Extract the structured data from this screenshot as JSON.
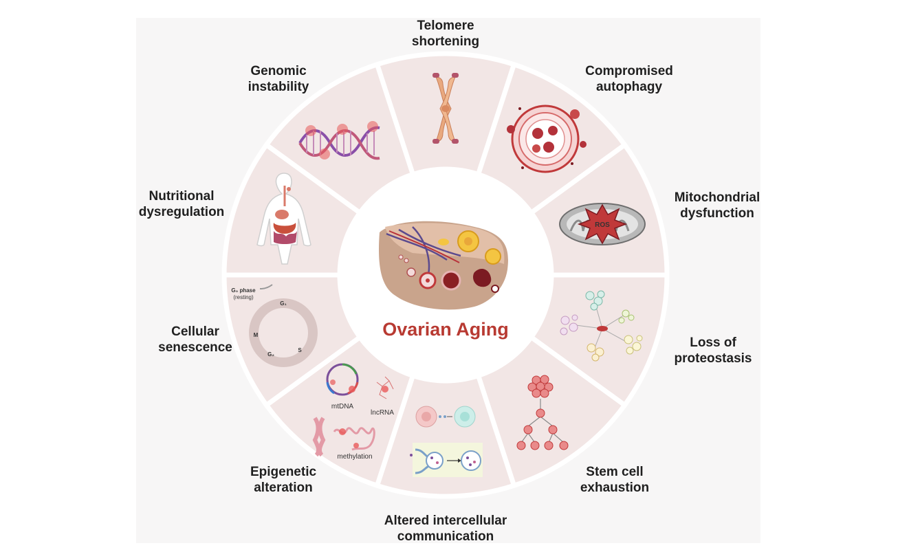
{
  "center": {
    "title": "Ovarian Aging"
  },
  "hallmarks": [
    {
      "id": "telomere",
      "lines": [
        "Telomere",
        "shortening"
      ],
      "icon": "chromosome-icon"
    },
    {
      "id": "autophagy",
      "lines": [
        "Compromised",
        "autophagy"
      ],
      "icon": "autophagosome-icon"
    },
    {
      "id": "mitochondrial",
      "lines": [
        "Mitochondrial",
        "dysfunction"
      ],
      "icon": "mitochondrion-icon"
    },
    {
      "id": "proteostasis",
      "lines": [
        "Loss of",
        "proteostasis"
      ],
      "icon": "protein-network-icon"
    },
    {
      "id": "stem-cell",
      "lines": [
        "Stem cell",
        "exhaustion"
      ],
      "icon": "stem-cell-lineage-icon"
    },
    {
      "id": "communication",
      "lines": [
        "Altered intercellular",
        "communication"
      ],
      "icon": "cell-communication-icon"
    },
    {
      "id": "epigenetic",
      "lines": [
        "Epigenetic",
        "alteration"
      ],
      "icon": "epigenetics-icon"
    },
    {
      "id": "senescence",
      "lines": [
        "Cellular",
        "senescence"
      ],
      "icon": "cell-cycle-icon"
    },
    {
      "id": "nutritional",
      "lines": [
        "Nutritional",
        "dysregulation"
      ],
      "icon": "digestive-system-icon"
    },
    {
      "id": "genomic",
      "lines": [
        "Genomic",
        "instability"
      ],
      "icon": "dna-helix-icon"
    }
  ],
  "icon_text": {
    "ros": "ROS",
    "mtdna": "mtDNA",
    "lncrna": "lncRNA",
    "methylation": "methylation",
    "g0_phase": "G₀ phase",
    "resting": "(resting)",
    "g1": "G₁",
    "s": "S",
    "g2": "G₂",
    "m": "M"
  },
  "colors": {
    "segment": "#f2e6e5",
    "segment_border": "#ffffff",
    "title": "#b83a32",
    "chromosome": "#e9a97f",
    "accent_red": "#c0393a"
  }
}
